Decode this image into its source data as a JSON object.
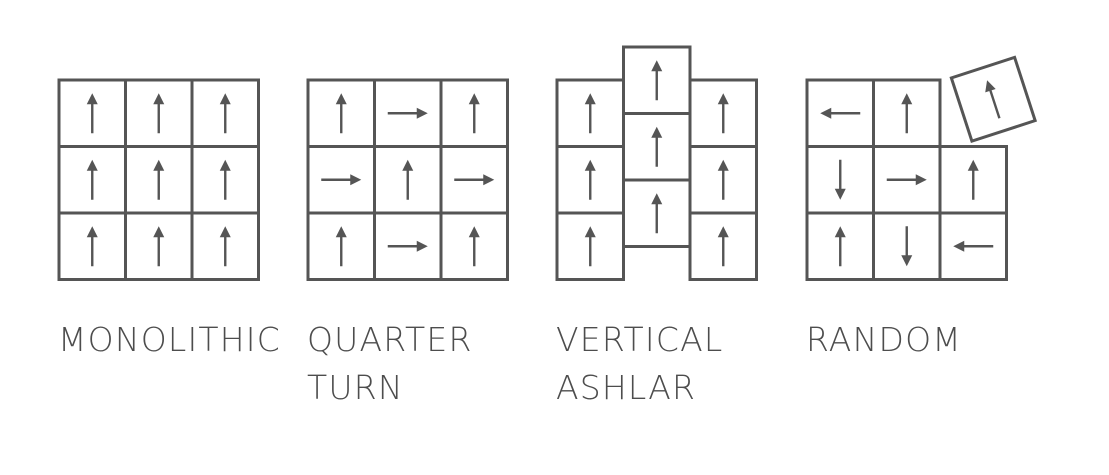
{
  "colors": {
    "stroke": "#555555",
    "arrow": "#555555",
    "label": "#4d4d4d",
    "background": "#ffffff"
  },
  "patterns": [
    {
      "id": "monolithic",
      "label_lines": [
        "MONOLITHIC"
      ],
      "tiles": [
        [
          "up",
          "up",
          "up"
        ],
        [
          "up",
          "up",
          "up"
        ],
        [
          "up",
          "up",
          "up"
        ]
      ]
    },
    {
      "id": "quarter-turn",
      "label_lines": [
        "QUARTER",
        "TURN"
      ],
      "tiles": [
        [
          "up",
          "right",
          "up"
        ],
        [
          "right",
          "up",
          "right"
        ],
        [
          "up",
          "right",
          "up"
        ]
      ]
    },
    {
      "id": "vertical-ashlar",
      "label_lines": [
        "VERTICAL",
        "ASHLAR"
      ],
      "tiles": [
        [
          "up",
          "up",
          "up"
        ],
        [
          "up",
          "up",
          "up"
        ],
        [
          "up",
          "up",
          "up"
        ]
      ]
    },
    {
      "id": "random",
      "label_lines": [
        "RANDOM"
      ],
      "tiles": [
        [
          "left",
          "up",
          "tilted-up"
        ],
        [
          "down",
          "right",
          "up"
        ],
        [
          "up",
          "down",
          "left"
        ]
      ]
    }
  ]
}
